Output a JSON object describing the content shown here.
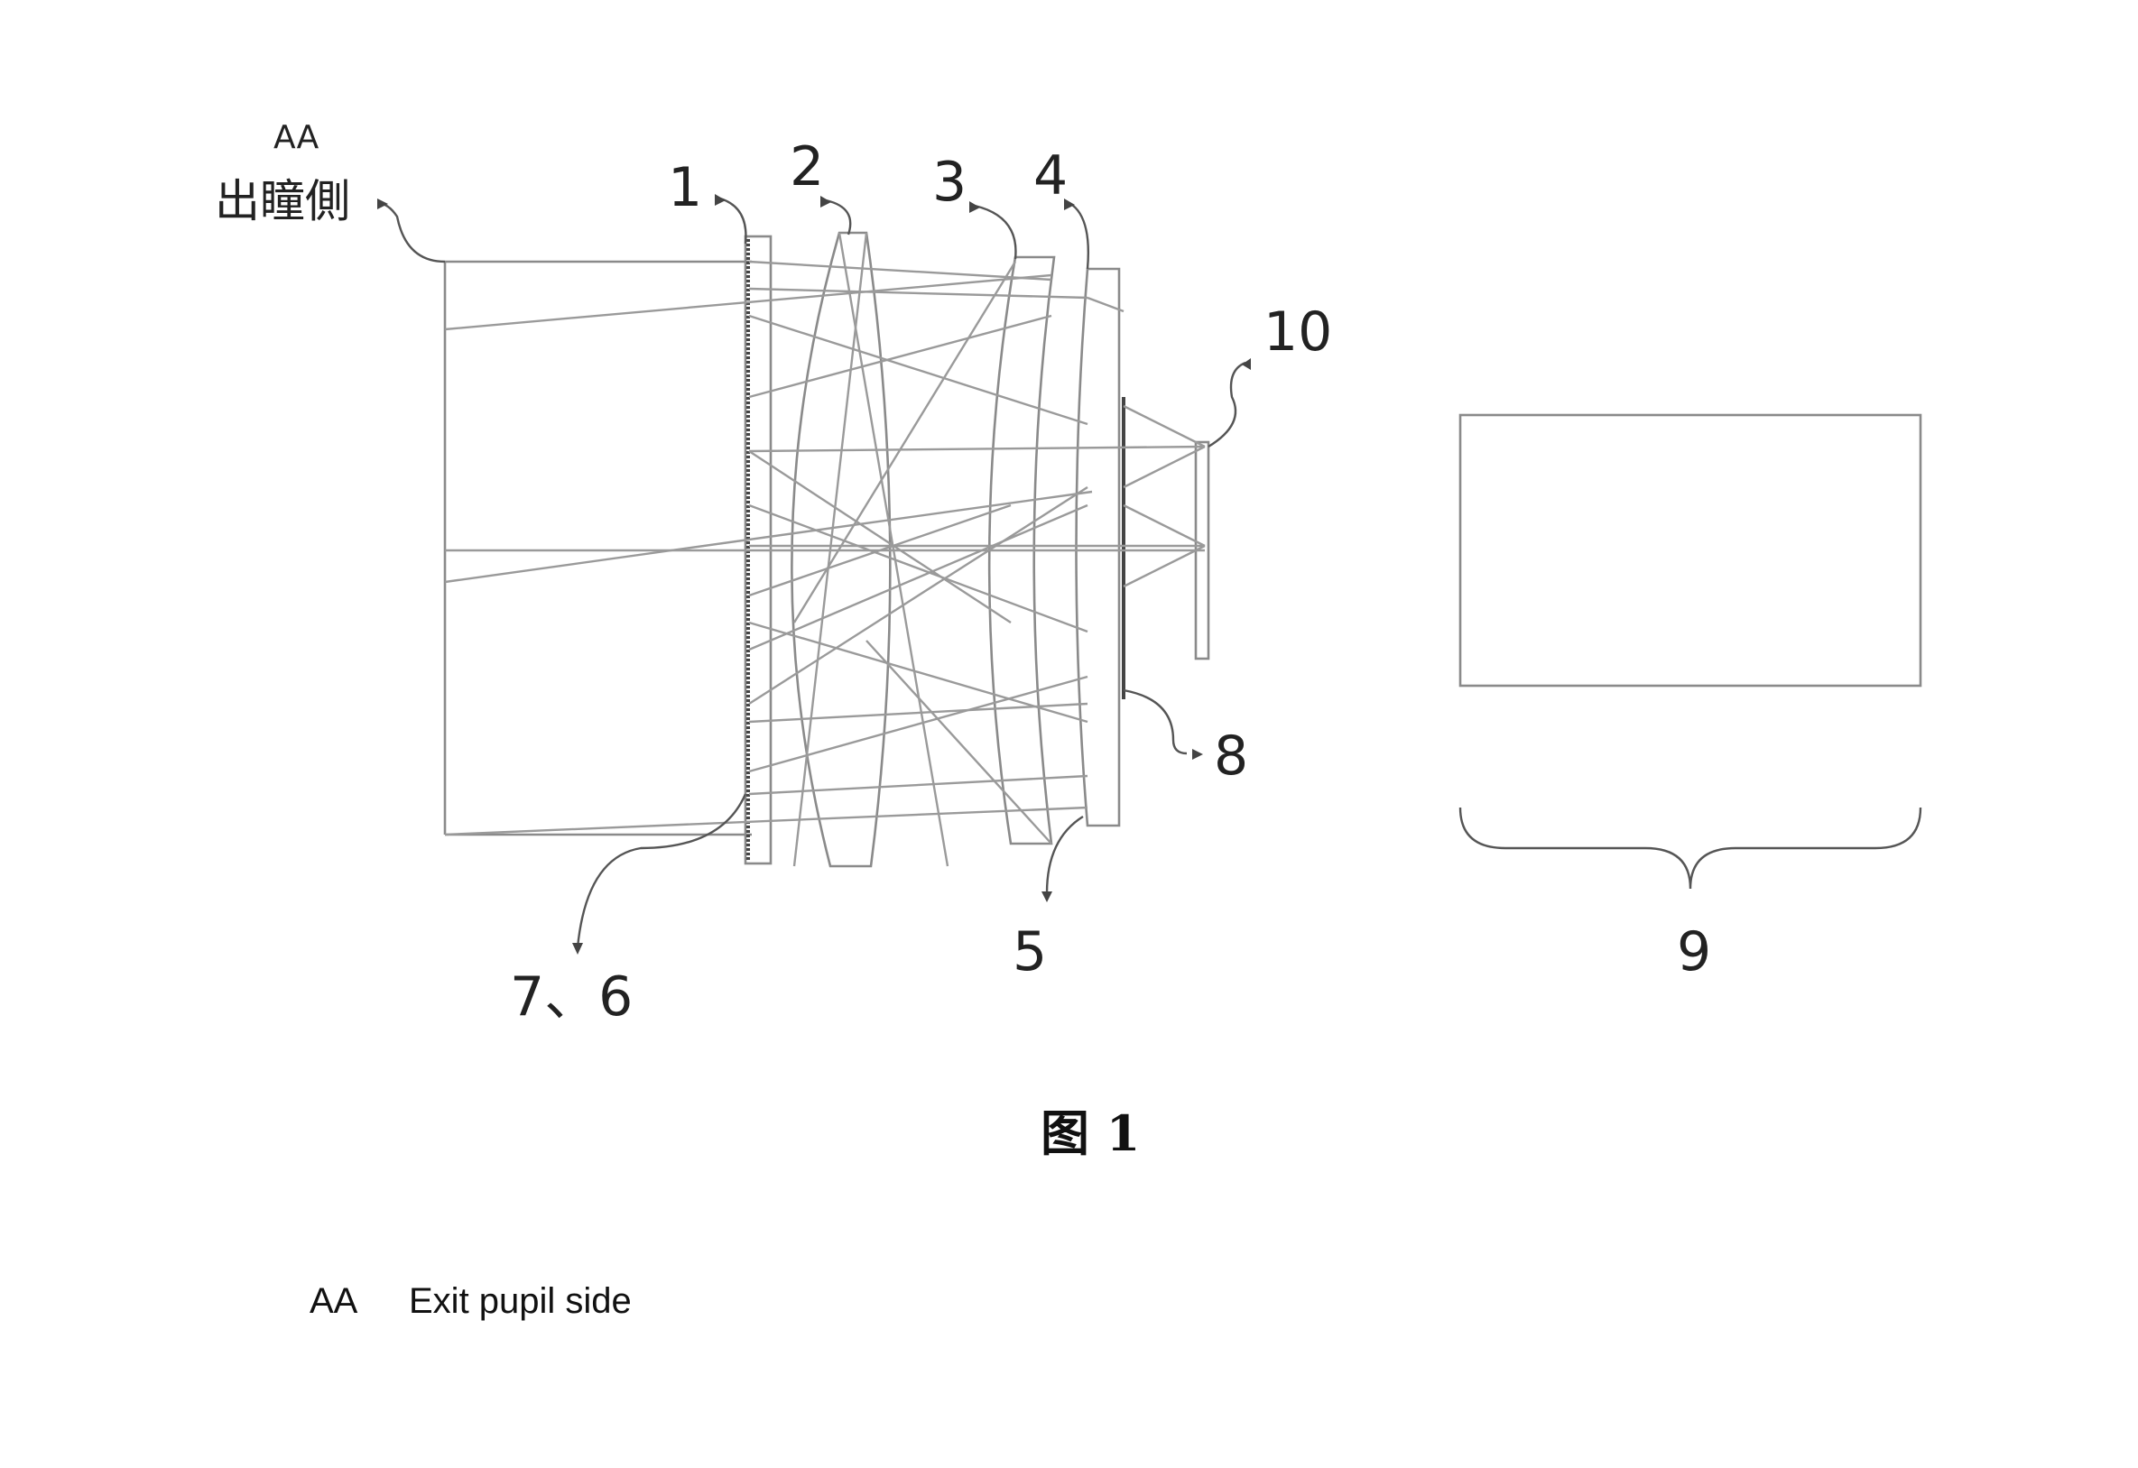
{
  "labels": {
    "aa_tag": "AA",
    "exit_pupil_chinese": "出瞳側",
    "l1": "1",
    "l2": "2",
    "l3": "3",
    "l4": "4",
    "l5": "5",
    "l76": "7、6",
    "l8": "8",
    "l9": "9",
    "l10": "10"
  },
  "figure_title": "图 1",
  "legend": {
    "key": "AA",
    "text": "Exit pupil side"
  }
}
